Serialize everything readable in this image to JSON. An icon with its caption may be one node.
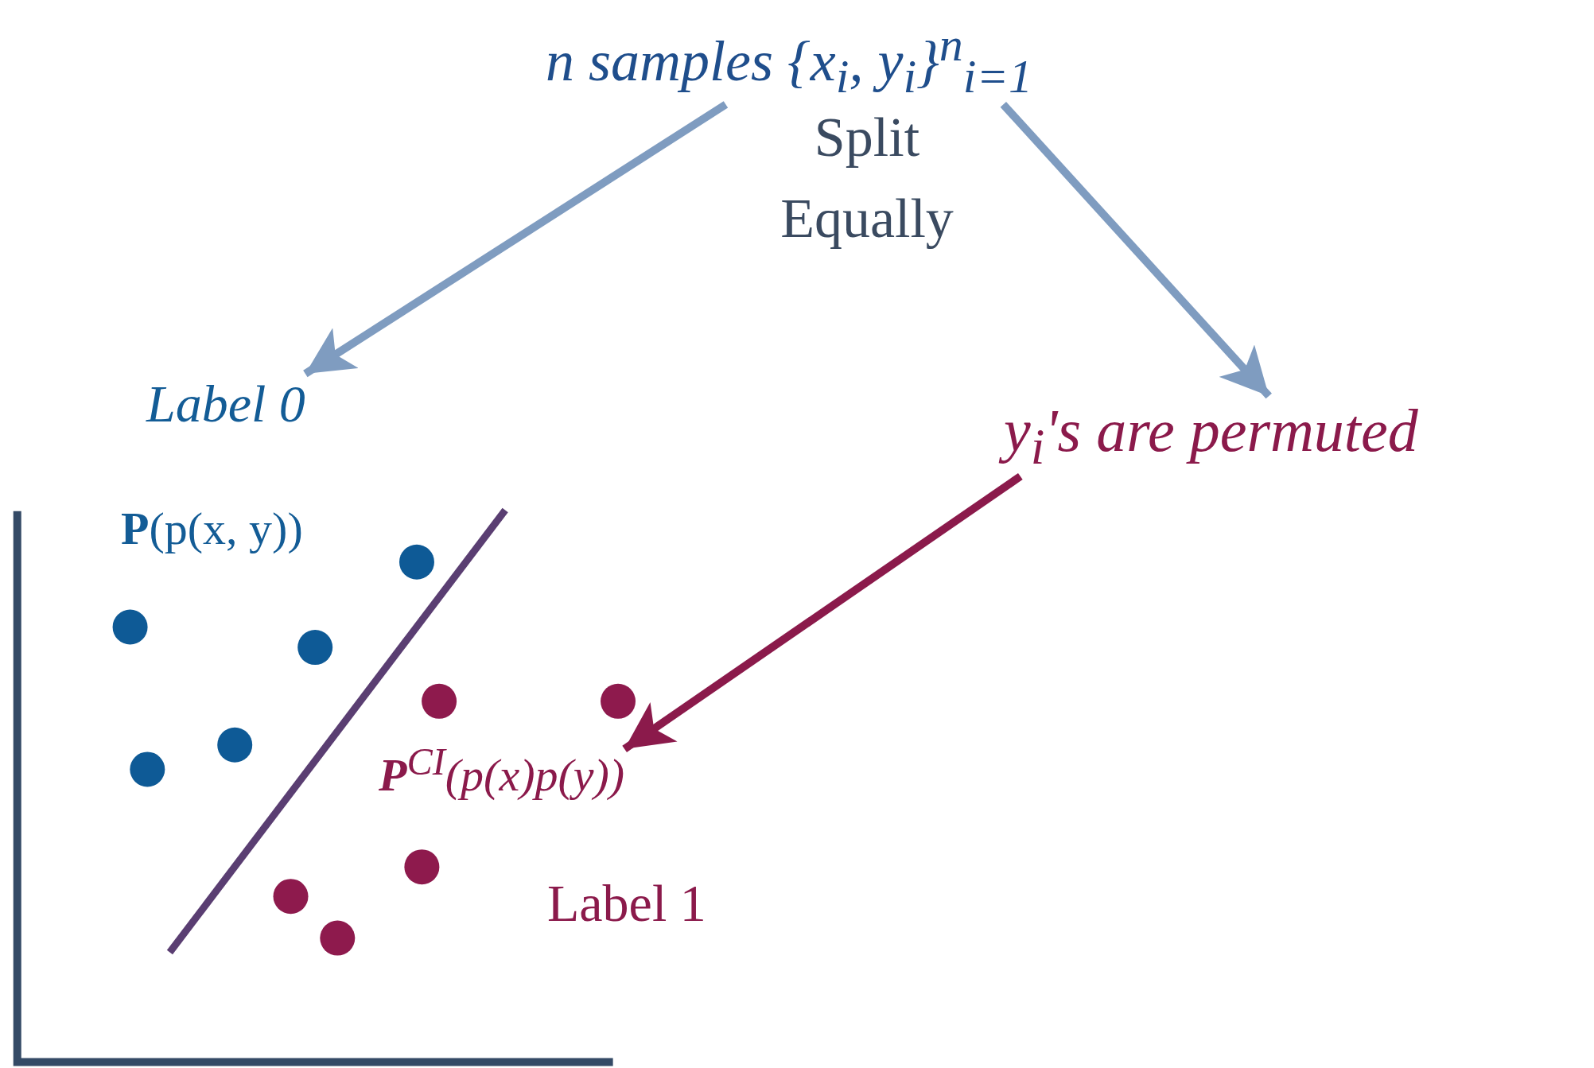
{
  "diagram": {
    "nodes": [
      {
        "text": [
          "n samples {x$_{i}$, y$_{i}$}$^{n}$$_{i=1}$"
        ]
      },
      {
        "text": [
          "Label 0"
        ]
      },
      {
        "text": [
          "y$_{i}$'s are permuted"
        ]
      },
      {
        "text": [
          "**P**$^{CI}$(p(x)p(y))"
        ]
      }
    ],
    "edges": [
      {
        "from": 0,
        "to": 1,
        "arrow": "to"
      },
      {
        "from": 0,
        "to": 2,
        "arrow": "to"
      },
      {
        "from": 2,
        "to": 3,
        "arrow": "to",
        "color": "#8b1a4b"
      }
    ],
    "labels": [
      "Split Equally",
      "**P**(p(x, y))",
      "Label 1"
    ]
  }
}
